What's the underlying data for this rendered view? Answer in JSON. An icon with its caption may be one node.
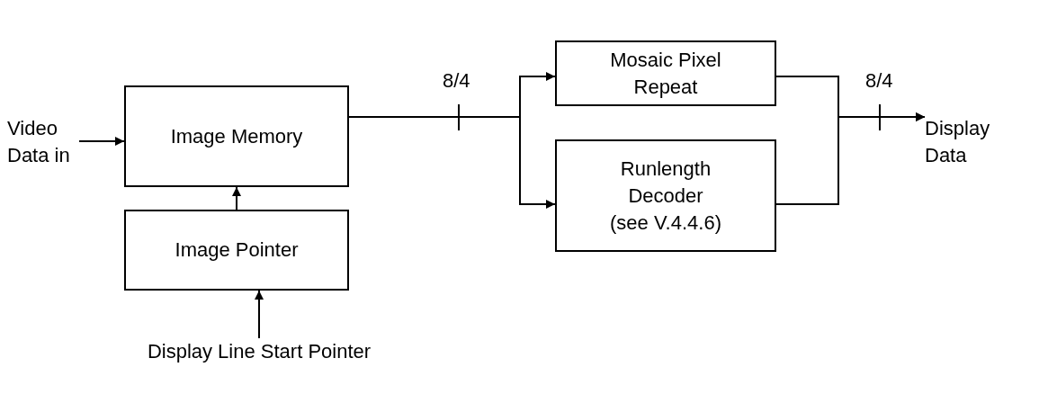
{
  "diagram": {
    "nodes": [
      {
        "text": [
          "Video Data in"
        ]
      },
      {
        "text": [
          "Image Memory"
        ]
      },
      {
        "text": [
          "Image Pointer"
        ]
      },
      {
        "text": [
          "Display Line Start Pointer"
        ]
      },
      {
        "text": [
          "Mosaic Pixel Repeat"
        ]
      },
      {
        "text": [
          "Runlength Decoder",
          "(see V.4.4.6)"
        ]
      },
      {
        "text": [
          "Display Data"
        ]
      }
    ],
    "edges": [
      {
        "from": 0,
        "to": 1,
        "arrow": "to"
      },
      {
        "from": 3,
        "to": 2,
        "arrow": "to"
      },
      {
        "from": 2,
        "to": 1,
        "arrow": "to"
      },
      {
        "from": 1,
        "to": 4,
        "arrow": "to"
      },
      {
        "from": 1,
        "to": 5,
        "arrow": "to"
      },
      {
        "from": 4,
        "to": 6,
        "arrow": "to"
      },
      {
        "from": 5,
        "to": 6,
        "arrow": "to"
      }
    ],
    "labels": [
      "8/4",
      "8/4"
    ]
  }
}
